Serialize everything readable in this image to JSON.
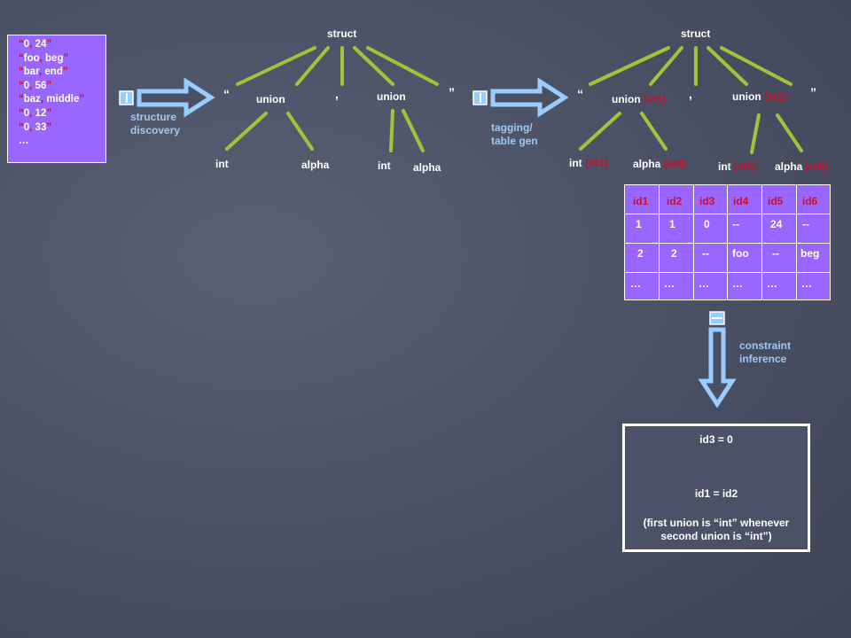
{
  "samples": [
    [
      "“",
      "0",
      ", ",
      "24",
      "”"
    ],
    [
      "“",
      "foo",
      ", ",
      "beg",
      "”"
    ],
    [
      "“",
      "bar",
      ", ",
      "end",
      "”"
    ],
    [
      "“",
      "0",
      ", ",
      "56",
      "”"
    ],
    [
      "“",
      "baz",
      ", ",
      "middle",
      "”"
    ],
    [
      "“",
      "0",
      ", ",
      "12",
      "”"
    ],
    [
      "“",
      "0",
      ", ",
      "33",
      "”"
    ]
  ],
  "samples_more": "…",
  "arrow1_label": [
    "structure",
    "discovery"
  ],
  "arrow2_label": [
    "tagging/",
    "table gen"
  ],
  "arrow3_label": [
    "constraint",
    "inference"
  ],
  "tree1": {
    "root": "struct",
    "open_quote": "“",
    "comma": ",",
    "close_quote": "”",
    "union1": "union",
    "union2": "union",
    "int1": "int",
    "alpha1": "alpha",
    "int2": "int",
    "alpha2": "alpha"
  },
  "tree2": {
    "root": "struct",
    "open_quote": "“",
    "comma": ",",
    "close_quote": "”",
    "union1": "union",
    "union1_id": "(id1)",
    "union2": "union",
    "union2_id": "(id2)",
    "int1": "int",
    "int1_id": "(id3)",
    "alpha1": "alpha",
    "alpha1_id": "(id4)",
    "int2": "int",
    "int2_id": "(id5)",
    "alpha2": "alpha",
    "alpha2_id": "(id6)"
  },
  "table": {
    "headers": [
      "id1",
      "id2",
      "id3",
      "id4",
      "id5",
      "id6"
    ],
    "rows": [
      [
        "1",
        "1",
        "0",
        "--",
        "24",
        "--"
      ],
      [
        "2",
        "2",
        "--",
        "foo",
        "--",
        "beg"
      ],
      [
        "…",
        "…",
        "…",
        "…",
        "…",
        "…"
      ]
    ]
  },
  "constraints": {
    "line1": "id3 = 0",
    "line2": "id1 = id2",
    "line3": "(first union is “int” whenever",
    "line4": "second union is “int”)"
  },
  "colors": {
    "purple": "#9966ff",
    "green": "#a3c43a",
    "red": "#c8102e",
    "arrow_blue": "#99ccff"
  }
}
